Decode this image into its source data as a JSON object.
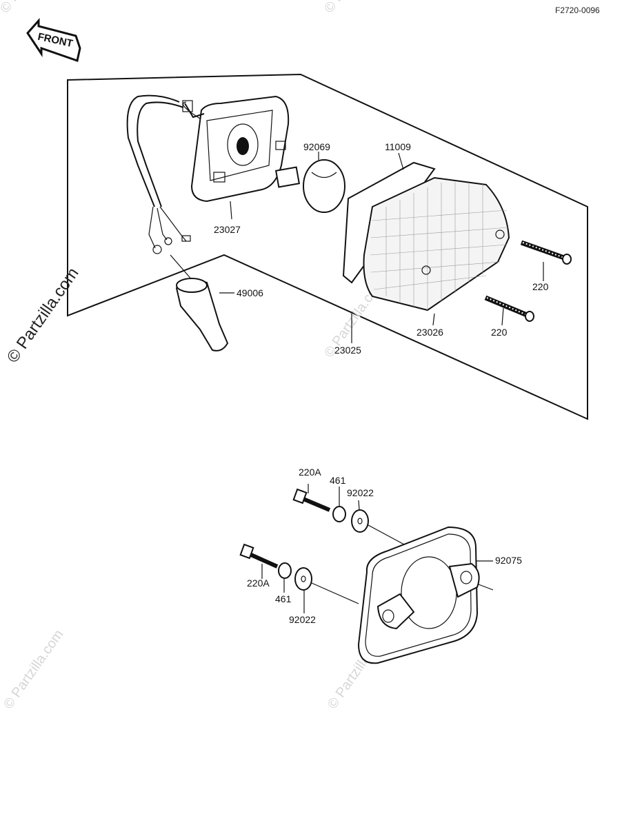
{
  "diagram_code": "F2720-0096",
  "front_label": "FRONT",
  "watermark_main": "© Partzilla.com",
  "watermark_faint": "© Partzilla.com",
  "labels": {
    "p92069": "92069",
    "p11009": "11009",
    "p23027": "23027",
    "p49006": "49006",
    "p220_a": "220",
    "p220_b": "220",
    "p23026": "23026",
    "p23025": "23025",
    "p220A_top": "220A",
    "p461_top": "461",
    "p92022_top": "92022",
    "p92075": "92075",
    "p220A_bottom": "220A",
    "p461_bottom": "461",
    "p92022_bottom": "92022"
  }
}
